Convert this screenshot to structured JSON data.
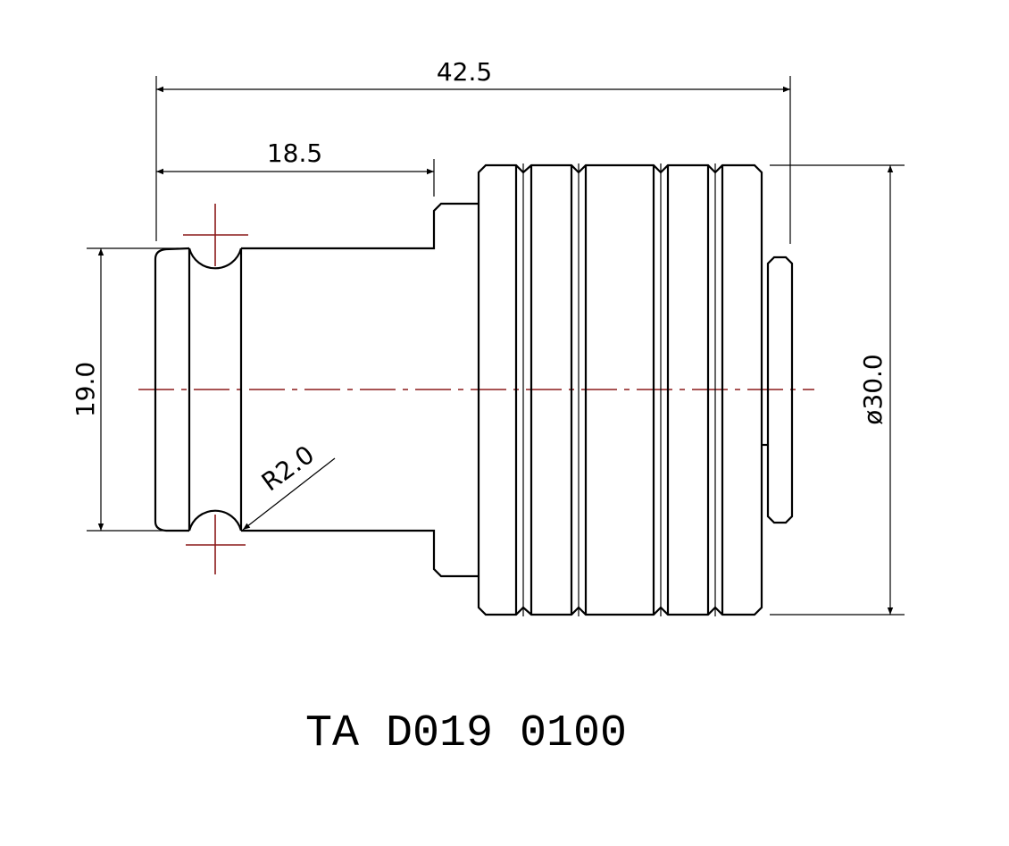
{
  "drawing": {
    "part_number": "TA D019 0100",
    "dimensions": {
      "overall_length": "42.5",
      "shank_length": "18.5",
      "head_height": "19.0",
      "body_diameter": "ø30.0",
      "groove_radius": "R2.0"
    },
    "colors": {
      "outline": "#000000",
      "centerline": "#8b1a1a"
    }
  }
}
